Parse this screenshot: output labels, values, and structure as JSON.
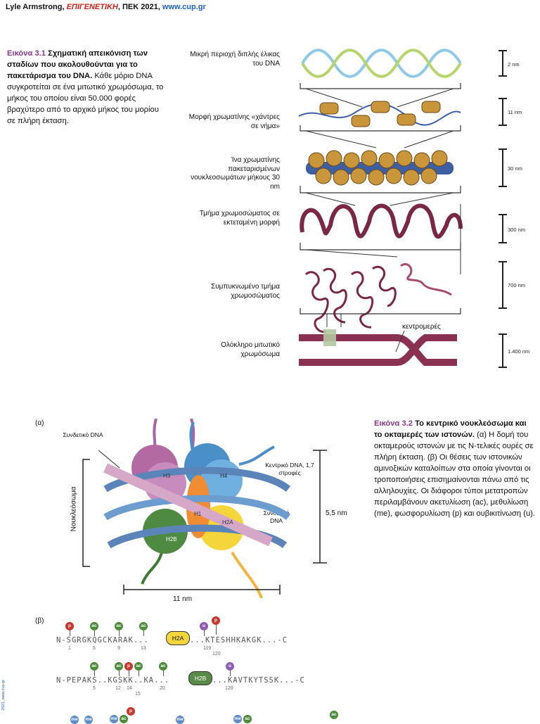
{
  "header": {
    "author": "Lyle Armstrong,",
    "book": "ΕΠΙΓΕΝΕΤΙΚΗ",
    "publisher": ", ΠΕΚ 2021, ",
    "url": "www.cup.gr"
  },
  "fig31": {
    "label": "Εικόνα 3.1",
    "title": "Σχηματική απεικόνιση των σταδίων που ακολουθούνται για το πακετάρισμα του DNA.",
    "body": "Κάθε μόριο DNA συγκροτείται σε ένα μιτωτικό χρωμόσωμα, το μήκος του οποίου είναι 50.000 φορές βραχύτερο από το αρχικό μήκος του μορίου σε πλήρη έκταση.",
    "stages": [
      "Μικρή περιοχή διπλής έλικας του DNA",
      "Μορφή χρωματίνης «χάντρες σε νήμα»",
      "Ίνα χρωματίνης πακεταρισμένων νουκλεοσωμάτων μήκους 30 nm",
      "Τμήμα χρωμοσώματος σε εκτεταμένη μορφή",
      "Συμπυκνωμένο τμήμα χρωμοσώματος",
      "Ολόκληρο μιτωτικό χρωμόσωμα"
    ],
    "scales": [
      "2 nm",
      "11 nm",
      "30 nm",
      "300 nm",
      "700 nm",
      "1.400 nm"
    ],
    "centromere": "κεντρομερές"
  },
  "fig32": {
    "label": "Εικόνα 3.2",
    "title": "Το κεντρικό νουκλεόσωμα και το οκταμερές των ιστονών.",
    "body": "(α) Η δομή του οκταμερούς ιστονών με τις Ν-τελικές ουρές σε πλήρη έκταση. (β) Οι θέσεις των ιστονικών αμινοξικών καταλοίπων στα οποία γίνονται οι τροποποιήσεις επισημαίνονται πάνω από τις αλληλουχίες. Οι διάφοροι τύποι μετατροπών περιλαμβάνουν ακετυλίωση (ac), μεθυλίωση (me), φωσφορυλίωση (p) και ουβικιτίνωση (u).",
    "panel_a": "(α)",
    "panel_b": "(β)",
    "linker_top": "Συνδετικό DNA",
    "core_dna": "Κεντρικό DNA, 1,7 στροφές",
    "linker_right": "Συνδετικό DNA",
    "nucleosome": "Νουκλεόσωμα",
    "size_55": "5,5 nm",
    "size_11": "11 nm",
    "histones": [
      "H3",
      "H4",
      "H1",
      "H2A",
      "H2B"
    ]
  },
  "sequences": {
    "h2a_left": "N-SGRGKQGCKARAK...",
    "h2a_pill": "H2A",
    "h2a_right": "...KTESHHKAKGK...-C",
    "h2a_nums": [
      "1",
      "5",
      "9",
      "13",
      "119",
      "120"
    ],
    "h2b_left": "N-PEPAKS..KGSKK..KA...",
    "h2b_pill": "H2B",
    "h2b_right": "...KAVTKYTSSK...-C",
    "h2b_nums": [
      "5",
      "12",
      "14",
      "15",
      "20",
      "120"
    ],
    "mark_ac": "ac",
    "mark_p": "p",
    "mark_u": "u",
    "mark_me": "me"
  },
  "side_note": "2021, www.cup.gr"
}
